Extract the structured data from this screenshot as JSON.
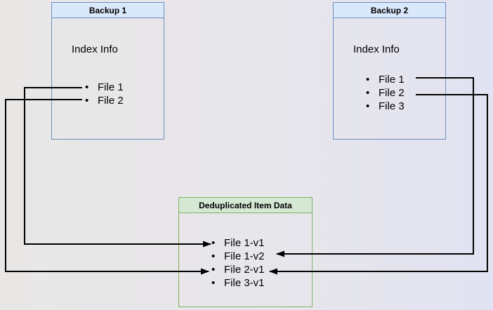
{
  "bullet": "•",
  "boxes": {
    "backup1": {
      "title": "Backup 1",
      "body_label": "Index Info",
      "items": [
        "File 1",
        "File 2"
      ]
    },
    "backup2": {
      "title": "Backup 2",
      "body_label": "Index Info",
      "items": [
        "File 1",
        "File 2",
        "File 3"
      ]
    },
    "dedup": {
      "title": "Deduplicated Item Data",
      "items": [
        "File 1-v1",
        "File 1-v2",
        "File 2-v1",
        "File 3-v1"
      ]
    }
  },
  "connections": [
    {
      "from": "Backup 1 / File 1",
      "to": "File 1-v1"
    },
    {
      "from": "Backup 1 / File 2",
      "to": "File 2-v1"
    },
    {
      "from": "Backup 2 / File 1",
      "to": "File 1-v2"
    },
    {
      "from": "Backup 2 / File 2",
      "to": "File 2-v1"
    }
  ],
  "colors": {
    "blue_header_fill": "#DAE8FC",
    "blue_border": "#6C8EBF",
    "green_header_fill": "#D5E8D4",
    "green_border": "#82B366",
    "arrow": "#000000"
  }
}
